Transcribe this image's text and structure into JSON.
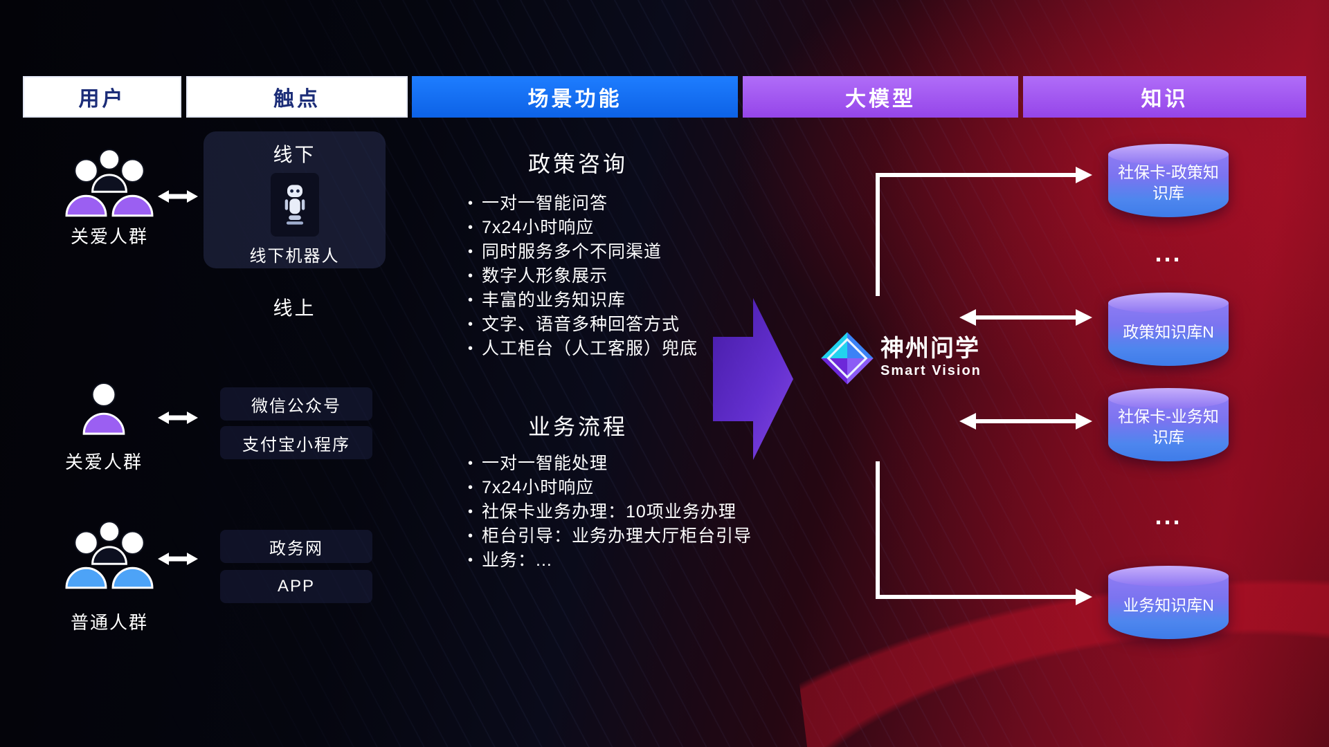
{
  "header": {
    "columns": [
      {
        "label": "用户"
      },
      {
        "label": "触点"
      },
      {
        "label": "场景功能"
      },
      {
        "label": "大模型"
      },
      {
        "label": "知识"
      }
    ]
  },
  "users": {
    "groups": [
      {
        "label": "关爱人群"
      },
      {
        "label": "关爱人群"
      },
      {
        "label": "普通人群"
      }
    ]
  },
  "touchpoints": {
    "offline_title": "线下",
    "offline_robot_label": "线下机器人",
    "online_title": "线上",
    "channels": [
      "微信公众号",
      "支付宝小程序",
      "政务网",
      "APP"
    ]
  },
  "scenarios": {
    "policy": {
      "title": "政策咨询",
      "bullets": [
        "一对一智能问答",
        "7x24小时响应",
        "同时服务多个不同渠道",
        "数字人形象展示",
        "丰富的业务知识库",
        "文字、语音多种回答方式",
        "人工柜台（人工客服）兜底"
      ]
    },
    "business": {
      "title": "业务流程",
      "bullets": [
        "一对一智能处理",
        "7x24小时响应",
        "社保卡业务办理：10项业务办理",
        "柜台引导：业务办理大厅柜台引导",
        "业务：..."
      ]
    }
  },
  "model": {
    "name": "神州问学",
    "subtitle": "Smart Vision"
  },
  "knowledge": {
    "items": [
      {
        "label": "社保卡-政策知识库"
      },
      {
        "label": "..."
      },
      {
        "label": "政策知识库N"
      },
      {
        "label": "社保卡-业务知识库"
      },
      {
        "label": "..."
      },
      {
        "label": "业务知识库N"
      }
    ]
  },
  "colors": {
    "scene_header_blue": "#1270f2",
    "model_header_purple": "#a45cf2",
    "big_arrow_purple": "#6d35e8",
    "db_top": "#c6aefb",
    "db_bottom": "#3e7ce9",
    "user_purple": "#9b5ff2",
    "user_blue": "#4da3f7"
  }
}
